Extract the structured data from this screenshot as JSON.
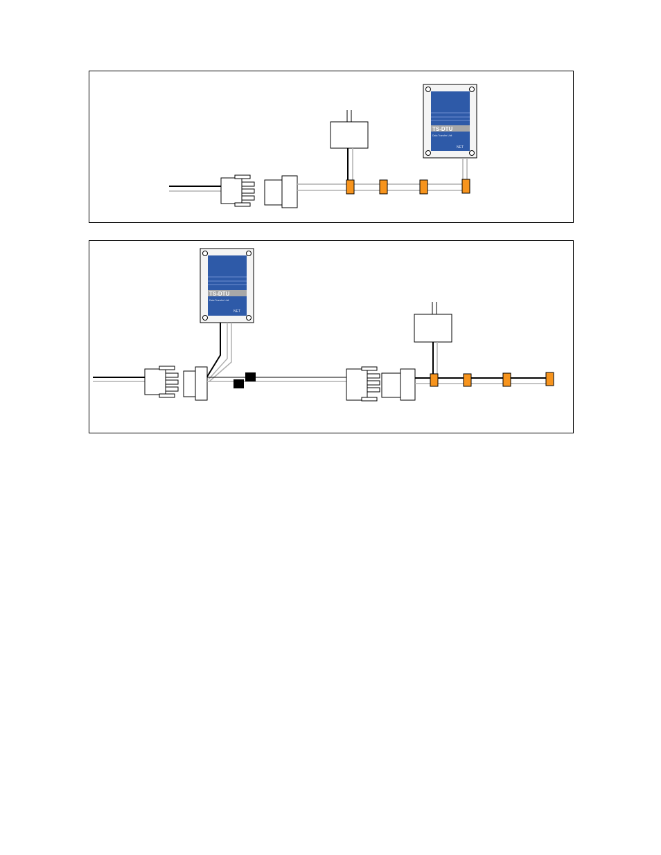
{
  "panels": [
    {
      "device": {
        "title": "TS-DTU",
        "subtitle": "Data Transfer Unit",
        "logo": "NET"
      },
      "sensor_count": 4
    },
    {
      "device": {
        "title": "TS-DTU",
        "subtitle": "Data Transfer Unit",
        "logo": "NET"
      },
      "sensor_count": 4
    }
  ],
  "colors": {
    "sensor": "#f7941d",
    "device_panel": "#2e5aa8",
    "device_band": "#a8a8a8",
    "cable_black": "#000000",
    "cable_grey": "#b0b0b0",
    "splice_block": "#000000"
  }
}
